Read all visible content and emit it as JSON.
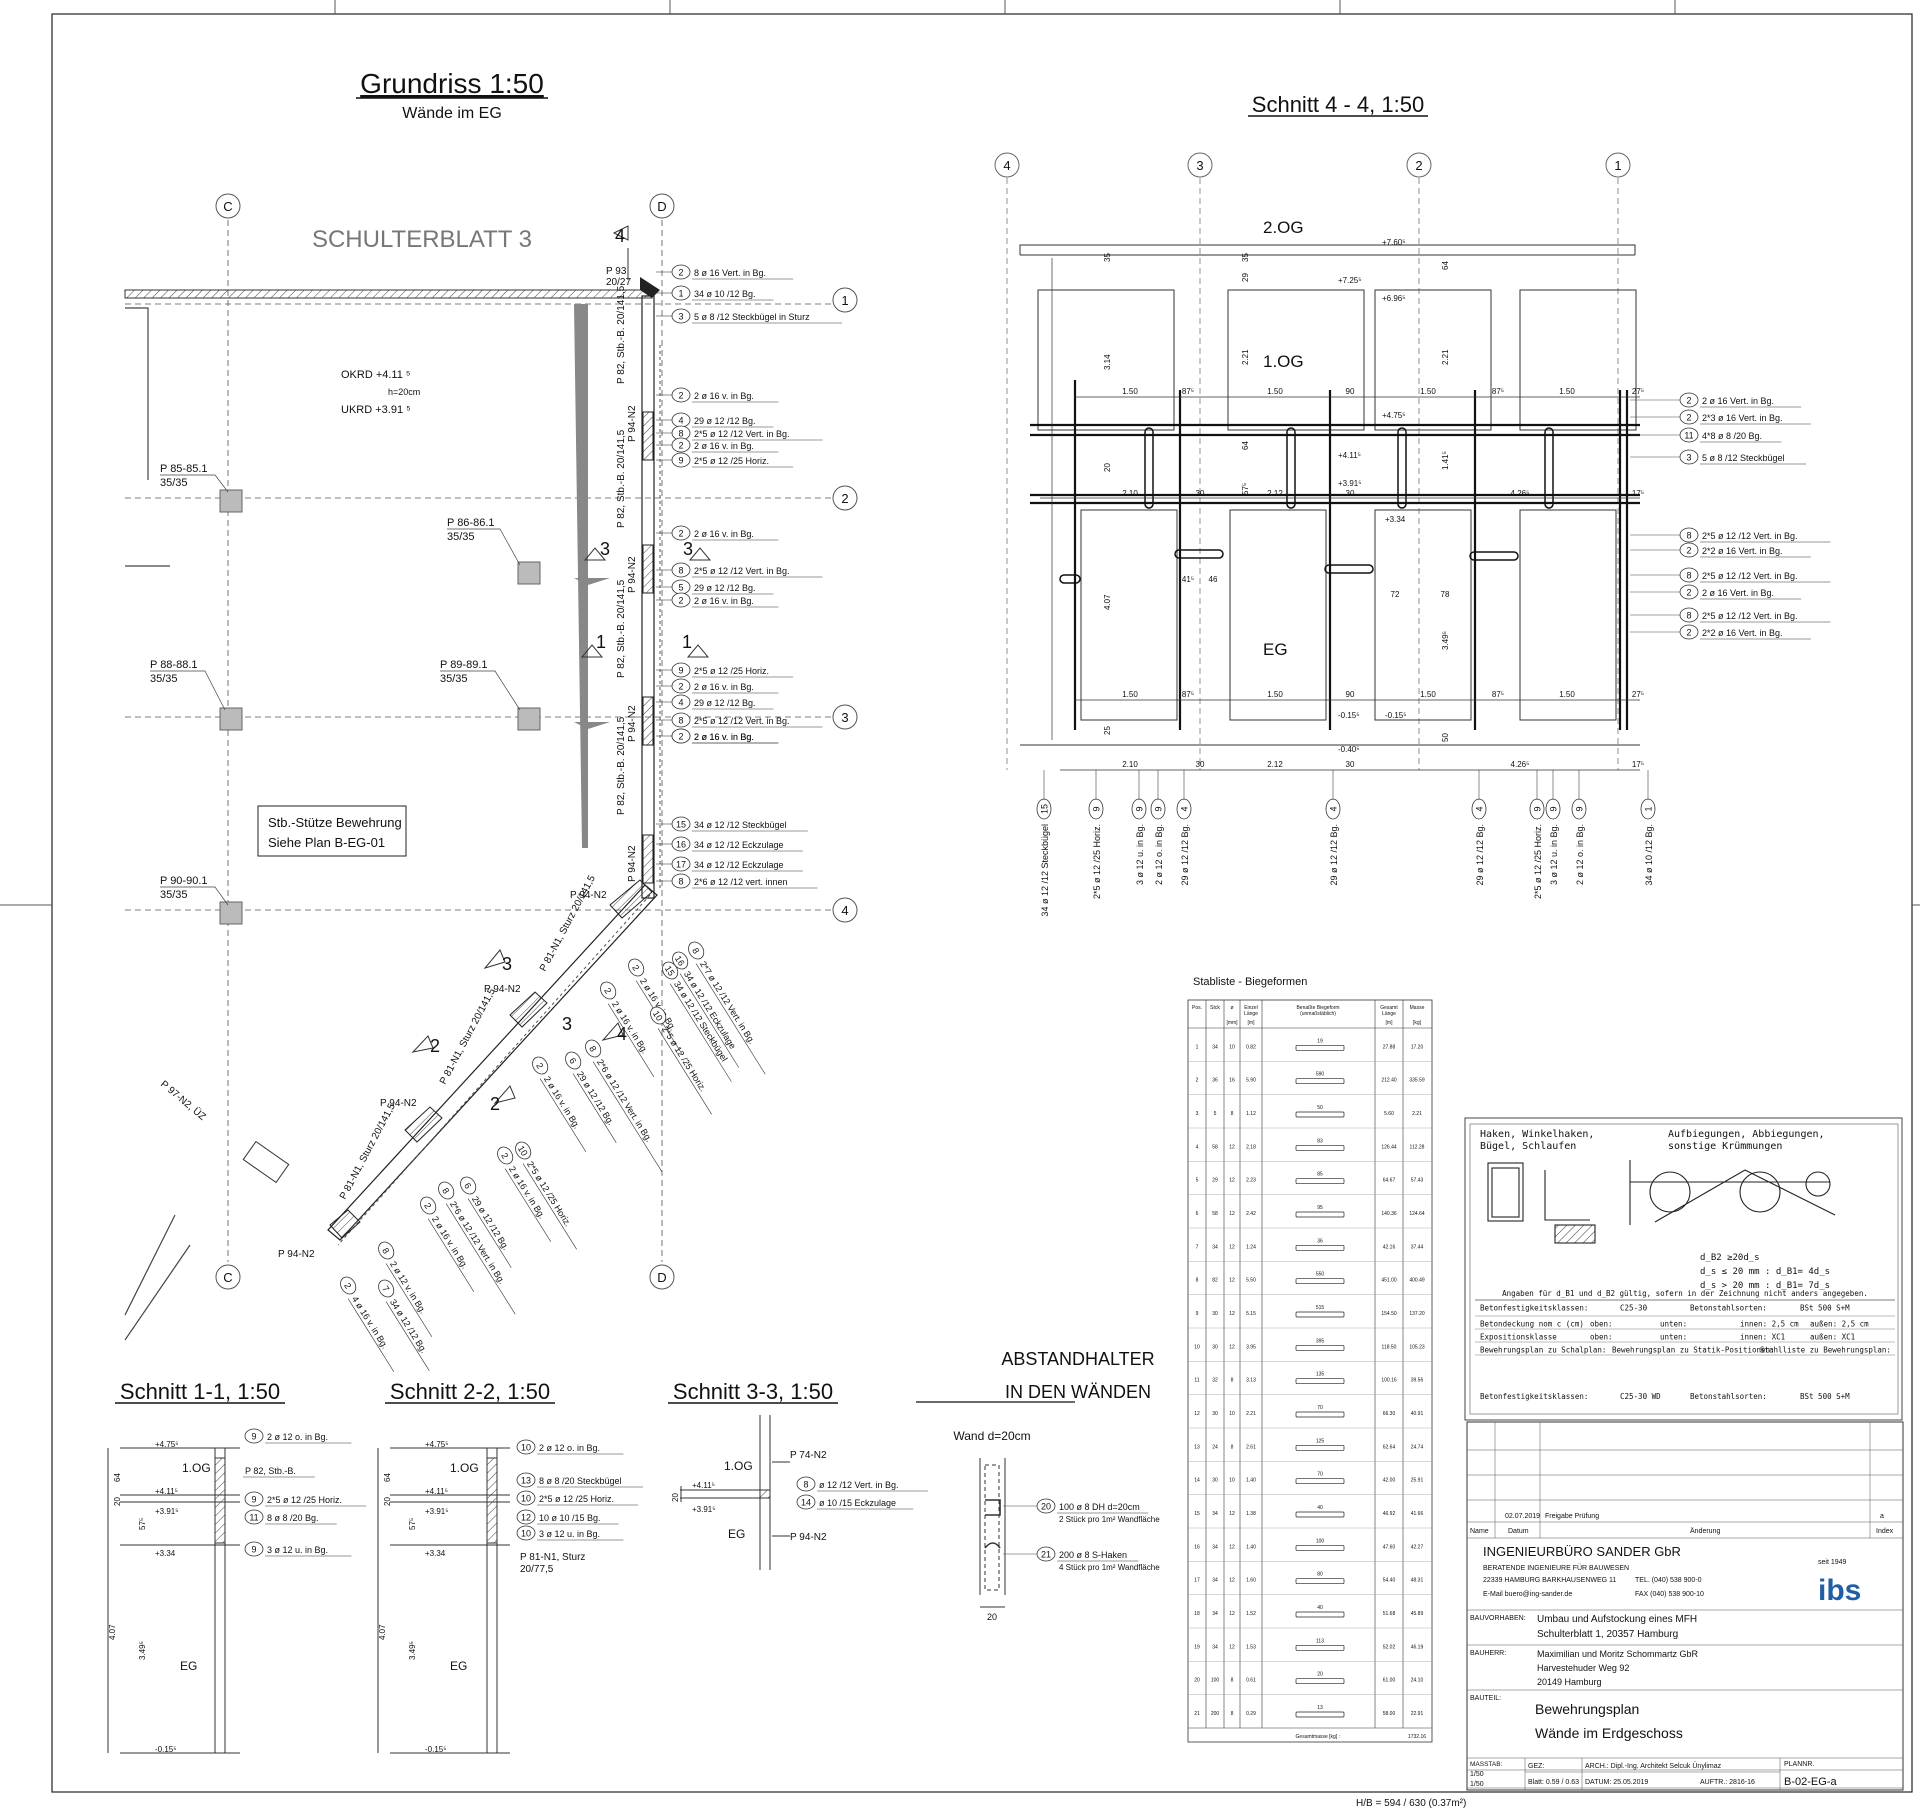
{
  "titles": {
    "plan": "Grundriss 1:50",
    "plan_sub": "Wände im EG",
    "section44": "Schnitt 4 - 4, 1:50",
    "section11": "Schnitt 1-1, 1:50",
    "section22": "Schnitt 2-2, 1:50",
    "section33": "Schnitt 3-3, 1:50",
    "spacer_l1": "ABSTANDHALTER",
    "spacer_l2": "IN DEN WÄNDEN",
    "barlist": "Stabliste - Biegeformen"
  },
  "plan": {
    "building": "SCHULTERBLATT 3",
    "okrd": "OKRD +4.11 ⁵",
    "h": "h=20cm",
    "ukrd": "UKRD +3.91 ⁵",
    "axes": [
      "C",
      "D",
      "1",
      "2",
      "3",
      "4"
    ],
    "columns": [
      {
        "id": "P 85-85.1",
        "size": "35/35"
      },
      {
        "id": "P 86-86.1",
        "size": "35/35"
      },
      {
        "id": "P 88-88.1",
        "size": "35/35"
      },
      {
        "id": "P 89-89.1",
        "size": "35/35"
      },
      {
        "id": "P 90-90.1",
        "size": "35/35"
      }
    ],
    "column_note_1": "Stb.-Stütze Bewehrung",
    "column_note_2": "Siehe Plan B-EG-01",
    "p93": "P 93",
    "p93_size": "20/27",
    "wall_labels": [
      "P 82, Stb.-B. 20/141,5",
      "P 94-N2",
      "P 81-N1, Sturz 20/141,5",
      "P 97-N2, ÜZ"
    ],
    "p94": "P 94-N2",
    "callouts": [
      {
        "n": "2",
        "t": "8 ø 16 Vert. in Bg."
      },
      {
        "n": "1",
        "t": "34 ø 10 /12 Bg."
      },
      {
        "n": "3",
        "t": "5 ø 8 /12 Steckbügel in Sturz"
      },
      {
        "n": "2",
        "t": "2 ø 16 v. in Bg."
      },
      {
        "n": "4",
        "t": "29 ø 12 /12 Bg."
      },
      {
        "n": "8",
        "t": "2*5 ø 12 /12 Vert. in Bg."
      },
      {
        "n": "2",
        "t": "2 ø 16 v. in Bg."
      },
      {
        "n": "9",
        "t": "2*5 ø 12 /25 Horiz."
      },
      {
        "n": "2",
        "t": "2 ø 16 v. in Bg."
      },
      {
        "n": "8",
        "t": "2*5 ø 12 /12 Vert. in Bg."
      },
      {
        "n": "5",
        "t": "29 ø 12 /12 Bg."
      },
      {
        "n": "2",
        "t": "2 ø 16 v. in Bg."
      },
      {
        "n": "9",
        "t": "2*5 ø 12 /25 Horiz."
      },
      {
        "n": "2",
        "t": "2 ø 16 v. in Bg."
      },
      {
        "n": "4",
        "t": "29 ø 12 /12 Bg."
      },
      {
        "n": "8",
        "t": "2*5 ø 12 /12 Vert. in Bg."
      },
      {
        "n": "2",
        "t": "2 ø 16 v. in Bg."
      },
      {
        "n": "2",
        "t": "2 ø 16 v. in Bg."
      },
      {
        "n": "15",
        "t": "34 ø 12 /12 Steckbügel"
      },
      {
        "n": "16",
        "t": "34 ø 12 /12 Eckzulage"
      },
      {
        "n": "17",
        "t": "34 ø 12 /12 Eckzulage"
      },
      {
        "n": "8",
        "t": "2*6 ø 12 /12 vert. innen"
      }
    ],
    "diag_callouts": [
      {
        "n": "8",
        "t": "2*7 ø 12 /12 Vert. in Bg."
      },
      {
        "n": "16",
        "t": "34 ø 12 /12 Eckzulage"
      },
      {
        "n": "15",
        "t": "34 ø 12 /12 Steckbügel"
      },
      {
        "n": "2",
        "t": "2 ø 16 v. in Bg."
      },
      {
        "n": "10",
        "t": "2*5 ø 12 /25 Horiz."
      },
      {
        "n": "2",
        "t": "2 ø 16 v. in Bg."
      },
      {
        "n": "8",
        "t": "2*6 ø 12 /12 Vert. in Bg."
      },
      {
        "n": "6",
        "t": "29 ø 12 /12 Bg."
      },
      {
        "n": "2",
        "t": "2 ø 16 v. in Bg."
      },
      {
        "n": "10",
        "t": "2*5 ø 12 /25 Horiz."
      },
      {
        "n": "2",
        "t": "2 ø 16 v. in Bg."
      },
      {
        "n": "6",
        "t": "29 ø 12 /12 Bg."
      },
      {
        "n": "8",
        "t": "2*6 ø 12 /12 Vert. in Bg."
      },
      {
        "n": "2",
        "t": "2 ø 16 v. in Bg."
      },
      {
        "n": "8",
        "t": "2 ø 12 v. in Bg."
      },
      {
        "n": "7",
        "t": "34 ø 12 /12 Bg."
      },
      {
        "n": "2",
        "t": "4 ø 16 v. in Bg."
      }
    ]
  },
  "sec44": {
    "levels": [
      "2.OG",
      "1.OG",
      "EG"
    ],
    "axes": [
      "4",
      "3",
      "2",
      "1"
    ],
    "elevations": [
      "+7.60⁵",
      "+7.25⁵",
      "+6.96⁵",
      "+4.75⁵",
      "+4.11⁵",
      "+3.91⁵",
      "+3.34",
      "-0.15⁵",
      "-0.15⁵",
      "-0.40⁵"
    ],
    "dims_top": [
      "1.50",
      "87⁵",
      "1.50",
      "90",
      "1.50",
      "87⁵",
      "1.50",
      "27⁵"
    ],
    "dims_mid": [
      "2.10",
      "30",
      "2.12",
      "30",
      "4.26⁵",
      "17⁵"
    ],
    "dims_low": [
      "1.50",
      "87⁵",
      "1.50",
      "90",
      "1.50",
      "87⁵",
      "1.50",
      "27⁵"
    ],
    "dims_bot": [
      "2.10",
      "30",
      "2.12",
      "30",
      "4.26⁵",
      "17⁵"
    ],
    "dims_inner": [
      "41⁵",
      "46",
      "72",
      "78"
    ],
    "vdims": [
      "35",
      "35",
      "64",
      "29",
      "3.14",
      "2.21",
      "2.21",
      "20",
      "64",
      "57⁵",
      "1.41⁵",
      "4.07",
      "3.49⁵",
      "25",
      "50"
    ],
    "callouts": [
      {
        "n": "2",
        "t": "2 ø 16 Vert. in Bg."
      },
      {
        "n": "2",
        "t": "2*3 ø 16 Vert. in Bg."
      },
      {
        "n": "11",
        "t": "4*8 ø 8 /20 Bg."
      },
      {
        "n": "3",
        "t": "5 ø 8 /12 Steckbügel"
      },
      {
        "n": "8",
        "t": "2*5 ø 12 /12 Vert. in Bg."
      },
      {
        "n": "2",
        "t": "2*2 ø 16 Vert. in Bg."
      },
      {
        "n": "8",
        "t": "2*5 ø 12 /12 Vert. in Bg."
      },
      {
        "n": "2",
        "t": "2 ø 16 Vert. in Bg."
      },
      {
        "n": "8",
        "t": "2*5 ø 12 /12 Vert. in Bg."
      },
      {
        "n": "2",
        "t": "2*2 ø 16 Vert. in Bg."
      }
    ],
    "bottom_labels": [
      {
        "n": "15",
        "t": "34 ø 12 /12 Steckbügel"
      },
      {
        "n": "9",
        "t": "2*5 ø 12 /25 Horiz."
      },
      {
        "n": "9",
        "t": "3 ø 12 u. in Bg."
      },
      {
        "n": "9",
        "t": "2 ø 12 o. in Bg."
      },
      {
        "n": "4",
        "t": "29 ø 12 /12 Bg."
      },
      {
        "n": "4",
        "t": "29 ø 12 /12 Bg."
      },
      {
        "n": "4",
        "t": "29 ø 12 /12 Bg."
      },
      {
        "n": "9",
        "t": "2*5 ø 12 /25 Horiz."
      },
      {
        "n": "9",
        "t": "3 ø 12 u. in Bg."
      },
      {
        "n": "9",
        "t": "2 ø 12 o. in Bg."
      },
      {
        "n": "1",
        "t": "34 ø 10 /12 Bg."
      }
    ]
  },
  "sec11": {
    "level_og": "1.OG",
    "level_eg": "EG",
    "elev": [
      "+4.75⁵",
      "+4.11⁵",
      "+3.91⁵",
      "+3.34",
      "-0.15⁵"
    ],
    "vdims": [
      "64",
      "20",
      "57⁵",
      "4.07",
      "3.49⁵"
    ],
    "callouts": [
      {
        "n": "9",
        "t": "2 ø 12 o. in Bg."
      },
      {
        "n": "",
        "t": "P 82, Stb.-B."
      },
      {
        "n": "9",
        "t": "2*5 ø 12 /25 Horiz."
      },
      {
        "n": "11",
        "t": "8 ø 8 /20 Bg."
      },
      {
        "n": "9",
        "t": "3 ø 12 u. in Bg."
      }
    ]
  },
  "sec22": {
    "level_og": "1.OG",
    "level_eg": "EG",
    "elev": [
      "+4.75⁵",
      "+4.11⁵",
      "+3.91⁵",
      "+3.34",
      "-0.15⁵"
    ],
    "vdims": [
      "64",
      "20",
      "57⁵",
      "4.07",
      "3.49⁵"
    ],
    "callouts": [
      {
        "n": "10",
        "t": "2 ø 12 o. in Bg."
      },
      {
        "n": "13",
        "t": "8 ø 8 /20 Steckbügel"
      },
      {
        "n": "10",
        "t": "2*5 ø 12 /25 Horiz."
      },
      {
        "n": "12",
        "t": "10 ø 10 /15 Bg."
      },
      {
        "n": "10",
        "t": "3 ø 12 u. in Bg."
      }
    ],
    "sturz_1": "P 81-N1, Sturz",
    "sturz_2": "20/77,5"
  },
  "sec33": {
    "level_og": "1.OG",
    "level_eg": "EG",
    "elev": [
      "+4.11⁵",
      "+3.91⁵"
    ],
    "vdim": "20",
    "p74": "P 74-N2",
    "p94": "P 94-N2",
    "callouts": [
      {
        "n": "8",
        "t": "ø 12 /12 Vert. in Bg."
      },
      {
        "n": "14",
        "t": "ø 10 /15 Eckzulage"
      }
    ]
  },
  "spacer": {
    "wall": "Wand d=20cm",
    "dim": "20",
    "items": [
      {
        "n": "20",
        "t": "100 ø 8 DH d=20cm",
        "s": "2 Stück pro 1m² Wandfläche"
      },
      {
        "n": "21",
        "t": "200 ø 8 S-Haken",
        "s": "4 Stück pro 1m² Wandfläche"
      }
    ]
  },
  "barlist": {
    "headers": [
      "Pos.",
      "Stck",
      "ø",
      "Einzel Länge",
      "Benaßte Biegeform (unmaßstäblich)",
      "Gesamt Länge",
      "Masse"
    ],
    "units": [
      "",
      "",
      "[mm]",
      "[m]",
      "",
      "[m]",
      "[kg]"
    ],
    "rows": [
      [
        "1",
        "34",
        "10",
        "0.82",
        "19",
        "27.88",
        "17.20"
      ],
      [
        "2",
        "36",
        "16",
        "5.90",
        "590",
        "212.40",
        "335.59"
      ],
      [
        "3",
        "5",
        "8",
        "1.12",
        "50",
        "5.60",
        "2.21"
      ],
      [
        "4",
        "58",
        "12",
        "2.18",
        "83",
        "126.44",
        "112.28"
      ],
      [
        "5",
        "29",
        "12",
        "2.23",
        "85",
        "64.67",
        "57.43"
      ],
      [
        "6",
        "58",
        "12",
        "2.42",
        "95",
        "140.36",
        "124.64"
      ],
      [
        "7",
        "34",
        "12",
        "1.24",
        "36",
        "42.16",
        "37.44"
      ],
      [
        "8",
        "82",
        "12",
        "5.50",
        "550",
        "451.00",
        "400.49"
      ],
      [
        "9",
        "30",
        "12",
        "5.15",
        "515",
        "154.50",
        "137.20"
      ],
      [
        "10",
        "30",
        "12",
        "3.95",
        "395",
        "118.50",
        "105.23"
      ],
      [
        "11",
        "32",
        "8",
        "3.13",
        "135",
        "100.16",
        "39.56"
      ],
      [
        "12",
        "30",
        "10",
        "2.21",
        "70",
        "66.30",
        "40.91"
      ],
      [
        "13",
        "24",
        "8",
        "2.61",
        "125",
        "62.64",
        "24.74"
      ],
      [
        "14",
        "30",
        "10",
        "1.40",
        "70",
        "42.00",
        "25.91"
      ],
      [
        "15",
        "34",
        "12",
        "1.38",
        "40",
        "46.92",
        "41.66"
      ],
      [
        "16",
        "34",
        "12",
        "1.40",
        "100",
        "47.60",
        "42.27"
      ],
      [
        "17",
        "34",
        "12",
        "1.60",
        "80",
        "54.40",
        "48.31"
      ],
      [
        "18",
        "34",
        "12",
        "1.52",
        "40",
        "51.68",
        "45.89"
      ],
      [
        "19",
        "34",
        "12",
        "1.53",
        "113",
        "52.02",
        "46.19"
      ],
      [
        "20",
        "100",
        "8",
        "0.61",
        "20",
        "61.00",
        "24.10"
      ],
      [
        "21",
        "200",
        "8",
        "0.29",
        "13",
        "58.00",
        "22.91"
      ]
    ],
    "total_label": "Gesamtmasse [kg] :",
    "total": "1732.16"
  },
  "hooks": {
    "title1": "Haken, Winkelhaken,",
    "title2": "Bügel, Schlaufen",
    "title3": "Aufbiegungen, Abbiegungen,",
    "title4": "sonstige Krümmungen",
    "rule1": "d_B2 ≥20d_s",
    "rule2": "d_s ≤ 20 mm : d_B1= 4d_s",
    "rule3": "d_s > 20 mm : d_B1= 7d_s",
    "note": "Angaben für d_B1 und d_B2 gültig, sofern in der Zeichnung nicht anders angegeben.",
    "rows": [
      [
        "Betonfestigkeitsklassen:",
        "C25-30",
        "Betonstahlsorten:",
        "BSt 500 S+M"
      ],
      [
        "Betondeckung nom c (cm)",
        "oben:",
        "unten:",
        "innen: 2,5 cm",
        "außen: 2,5 cm"
      ],
      [
        "Expositionsklasse",
        "oben:",
        "unten:",
        "innen: XC1",
        "außen: XC1"
      ],
      [
        "Bewehrungsplan zu Schalplan:",
        "Bewehrungsplan zu Statik-Positionen:",
        "Stahlliste zu Bewehrungsplan:"
      ]
    ],
    "bottom_row": [
      "Betonfestigkeitsklassen:",
      "C25-30 WD",
      "Betonstahlsorten:",
      "BSt 500 S+M"
    ]
  },
  "titleblock": {
    "rev_date": "02.07.2019",
    "rev_text": "Freigabe Prüfung",
    "rev_index": "a",
    "col_name": "Name",
    "col_date": "Datum",
    "col_change": "Änderung",
    "col_index": "Index",
    "firm": "INGENIEURBÜRO SANDER GbR",
    "firm_sub": "BERATENDE INGENIEURE FÜR BAUWESEN",
    "address": "22339 HAMBURG BARKHAUSENWEG 11",
    "tel": "TEL. (040) 538 900-0",
    "email": "E-Mail buero@ing-sander.de",
    "fax": "FAX (040) 538 900-10",
    "since": "seit 1949",
    "logo": "ibs",
    "bauvorhaben_label": "BAUVORHABEN:",
    "bauvorhaben_1": "Umbau und Aufstockung eines MFH",
    "bauvorhaben_2": "Schulterblatt 1,   20357  Hamburg",
    "bauherr_label": "BAUHERR:",
    "bauherr_1": "Maximilian und Moritz Schommartz GbR",
    "bauherr_2": "Harvestehuder Weg 92",
    "bauherr_3": "20149  Hamburg",
    "bauteil_label": "BAUTEIL:",
    "bauteil_1": "Bewehrungsplan",
    "bauteil_2": "Wände im Erdgeschoss",
    "massstab_label": "MASSTAB:",
    "massstab_1": "1/50",
    "massstab_2": "1/50",
    "gez_label": "GEZ:",
    "arch": "ARCH.:  Dipl.-Ing. Architekt Selcuk Ünylimaz",
    "blatt": "Blatt:  0.59 / 0.63",
    "datum": "DATUM:  25.05.2019",
    "auftr": "AUFTR.:  2816-16",
    "plannr_label": "PLANNR.",
    "plannr": "B-02-EG-a",
    "format": "H/B = 594 / 630 (0.37m²)"
  }
}
